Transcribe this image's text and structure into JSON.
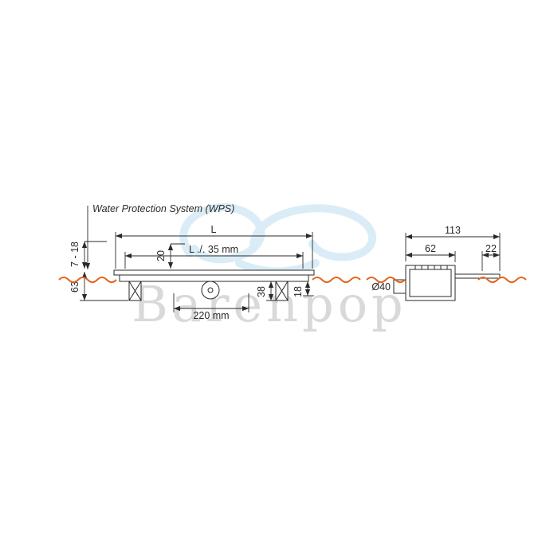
{
  "watermark": {
    "text": "Barenpop"
  },
  "front_view": {
    "wps_label": "Water Protection System (WPS)",
    "dim_length": "L",
    "dim_grate_length": "L ./. 35 mm",
    "dim_tile_thickness": "7 - 18",
    "dim_channel_depth": "20",
    "dim_build_in_height": "63",
    "dim_siphon_width": "220 mm",
    "dim_siphon_height": "38",
    "dim_outlet_end_height": "18"
  },
  "side_view": {
    "dim_overall_width": "113",
    "dim_channel_width": "62",
    "dim_flange_width": "22",
    "dim_outlet_diameter": "Ø40"
  },
  "colors": {
    "line": "#2b2a29",
    "floor_wave": "#e2641a",
    "watermark_text": "#d9d9d9",
    "watermark_logo": "#daedf7"
  }
}
